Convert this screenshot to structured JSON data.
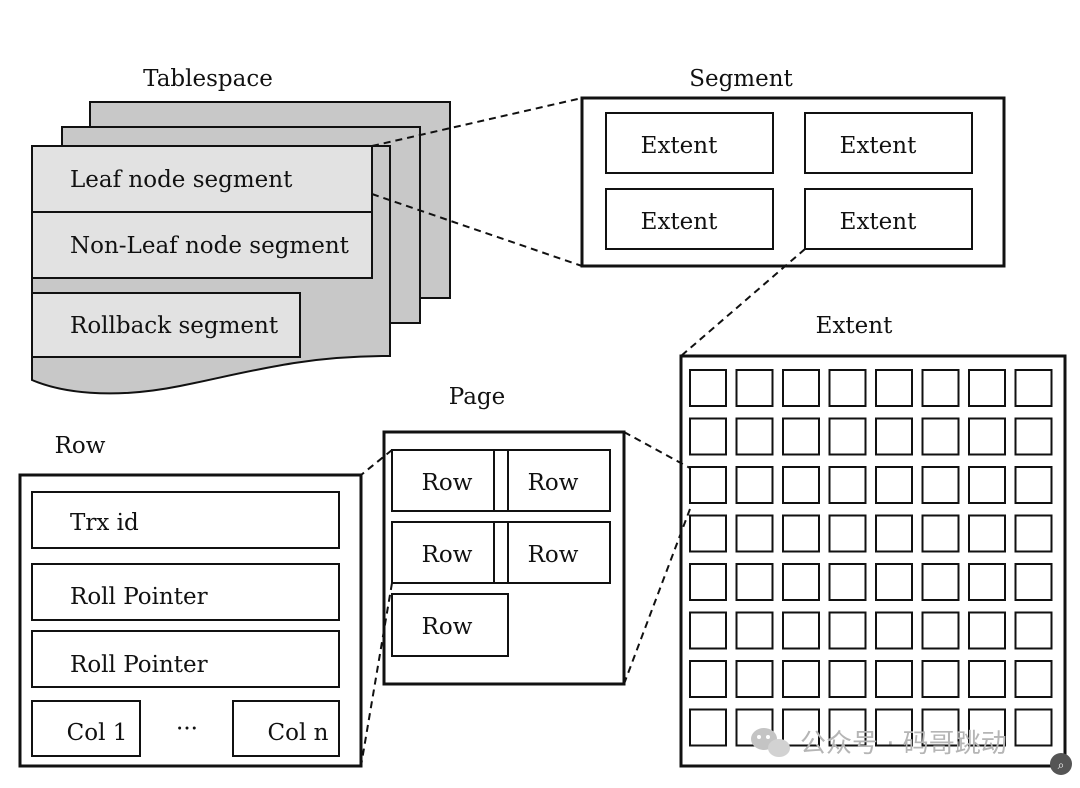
{
  "tablespace": {
    "title": "Tablespace",
    "segments": [
      "Leaf node segment",
      "Non-Leaf node segment",
      "Rollback segment"
    ]
  },
  "segment": {
    "title": "Segment",
    "extents": [
      "Extent",
      "Extent",
      "Extent",
      "Extent"
    ]
  },
  "extent": {
    "title": "Extent",
    "grid_rows": 8,
    "grid_cols": 8
  },
  "page": {
    "title": "Page",
    "rows": [
      "Row",
      "Row",
      "Row",
      "Row",
      "Row"
    ]
  },
  "row": {
    "title": "Row",
    "fields": [
      "Trx id",
      "Roll Pointer",
      "Roll Pointer"
    ],
    "col_first": "Col 1",
    "ellipsis": "···",
    "col_last": "Col n"
  },
  "watermark": "公众号 · 码哥跳动",
  "colors": {
    "stroke": "#111111",
    "layer_fill": "#c8c8c8",
    "segment_fill": "#e2e2e2",
    "watermark": "#b5b5b5"
  }
}
